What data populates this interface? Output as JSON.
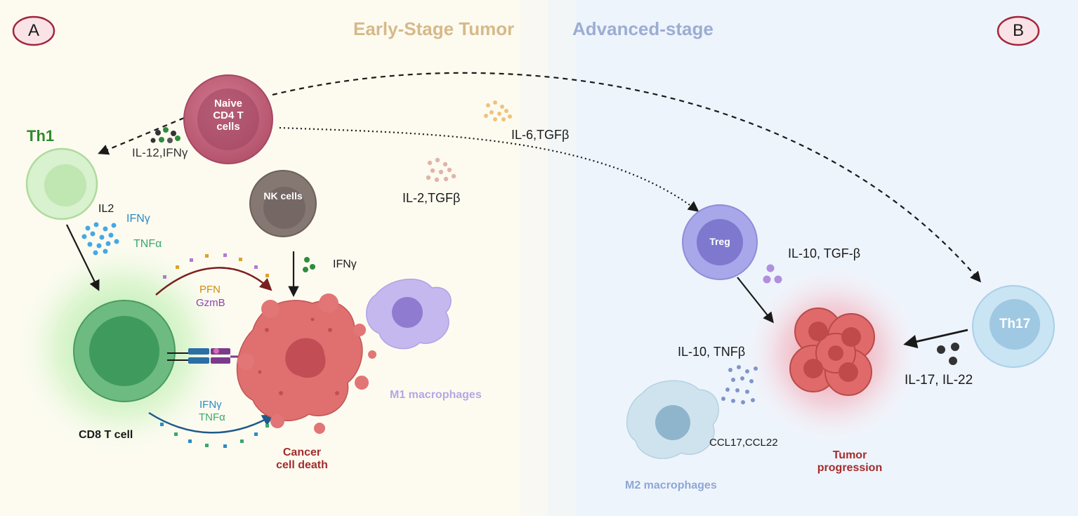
{
  "panels": {
    "left": {
      "badge": "A",
      "title": "Early-Stage Tumor"
    },
    "right": {
      "badge": "B",
      "title": "Advanced-stage"
    }
  },
  "cells": {
    "naive": {
      "line1": "Naive",
      "line2": "CD4 T",
      "line3": "cells"
    },
    "th1": "Th1",
    "nk": "NK cells",
    "cd8": "CD8 T cell",
    "cancer_death": {
      "line1": "Cancer",
      "line2": "cell death"
    },
    "m1": "M1 macrophages",
    "treg": "Treg",
    "th17": "Th17",
    "m2": "M2 macrophages",
    "tumor": {
      "line1": "Tumor",
      "line2": "progression"
    }
  },
  "cytokines": {
    "il12_ifng": "IL-12,IFNγ",
    "il6_tgfb": "IL-6,TGFβ",
    "il2_tgfb": "IL-2,TGFβ",
    "il2": "IL2",
    "ifng_th1": "IFNγ",
    "tnfa_th1": "TNFα",
    "ifng_nk": "IFNγ",
    "pfn": "PFN",
    "gzmb": "GzmB",
    "ifng_cd8": "IFNγ",
    "tnfa_cd8": "TNFα",
    "il10_tgfb": "IL-10, TGF-β",
    "il10_tnfb": "IL-10, TNFβ",
    "ccl": "CCL17,CCL22",
    "il17_il22": "IL-17, IL-22"
  },
  "colors": {
    "early_bg": "#fdfbf0",
    "advanced_bg": "#eef4fc",
    "early_title": "#d6b98a",
    "advanced_title": "#9cadd3",
    "badge_border": "#a3263d",
    "th1_label": "#2e8b2e",
    "ifng_blue": "#2b8cc4",
    "tnfa_green": "#3aa86b",
    "pfn_orange": "#d08a10",
    "gzmb_purple": "#8e44ad",
    "cancer_red": "#a32c2c",
    "m1_lilac": "#b6a6e3",
    "m2_blue": "#8ea7d6"
  }
}
